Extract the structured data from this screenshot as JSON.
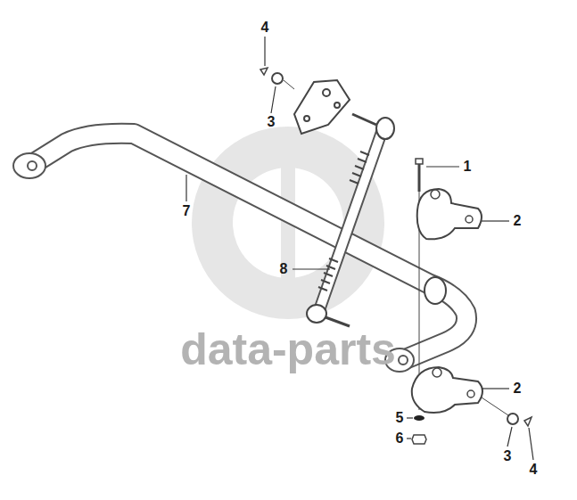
{
  "diagram": {
    "labels": [
      "4",
      "3",
      "1",
      "7",
      "2",
      "8",
      "data-parts",
      "2",
      "5",
      "6",
      "3",
      "4"
    ]
  }
}
